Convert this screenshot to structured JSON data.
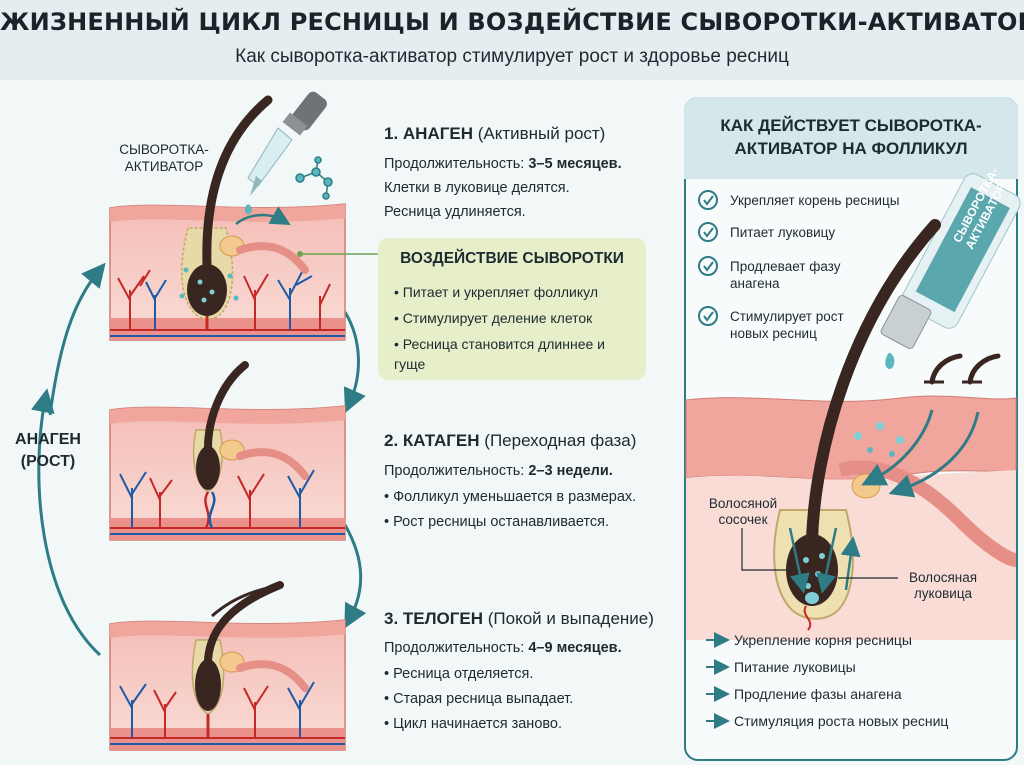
{
  "header": {
    "title": "ЖИЗНЕННЫЙ ЦИКЛ РЕСНИЦЫ И ВОЗДЕЙСТВИЕ СЫВОРОТКИ-АКТИВАТОРА",
    "subtitle": "Как сыворотка-активатор стимулирует рост и здоровье ресниц"
  },
  "left": {
    "serum_label_1": "СЫВОРОТКА-",
    "serum_label_2": "АКТИВАТОР",
    "cycle_label_1": "АНАГЕН",
    "cycle_label_2": "(РОСТ)"
  },
  "stages": [
    {
      "number_name": "1. АНАГЕН",
      "subtitle": "(Активный рост)",
      "duration_label": "Продолжительность:",
      "duration_value": "3–5 месяцев.",
      "lines": [
        "Клетки в луковице делятся.",
        "Ресница удлиняется."
      ]
    },
    {
      "number_name": "2. КАТАГЕН",
      "subtitle": "(Переходная фаза)",
      "duration_label": "Продолжительность:",
      "duration_value": "2–3 недели.",
      "lines": [
        "• Фолликул уменьшается в размерах.",
        "• Рост ресницы останавливается."
      ]
    },
    {
      "number_name": "3. ТЕЛОГЕН",
      "subtitle": "(Покой и выпадение)",
      "duration_label": "Продолжительность:",
      "duration_value": "4–9 месяцев.",
      "lines": [
        "• Ресница отделяется.",
        "• Старая ресница выпадает.",
        "• Цикл начинается заново."
      ]
    }
  ],
  "effect": {
    "title": "ВОЗДЕЙСТВИЕ СЫВОРОТКИ",
    "items": [
      "• Питает и укрепляет фолликул",
      "• Стимулирует деление клеток",
      "• Ресница становится длиннее и гуще"
    ]
  },
  "side": {
    "title_1": "КАК ДЕЙСТВУЕТ СЫВОРОТКА-",
    "title_2": "АКТИВАТОР НА ФОЛЛИКУЛ",
    "checks": [
      "Укрепляет корень ресницы",
      "Питает луковицу",
      "Продлевает фазу анагена",
      "Стимулирует рост новых ресниц"
    ],
    "bottle_label_1": "СЫВОРОТКА-",
    "bottle_label_2": "АКТИВАТОР",
    "papilla_label_1": "Волосяной",
    "papilla_label_2": "сосочек",
    "bulb_label_1": "Волосяная",
    "bulb_label_2": "луковица",
    "arrows": [
      "Укрепление корня ресницы",
      "Питание луковицы",
      "Продление фазы анагена",
      "Стимуляция роста новых ресниц"
    ]
  },
  "colors": {
    "accent": "#2e7c85",
    "skin": "#f2b8b2",
    "skin_dark": "#e58f86",
    "vessel_red": "#c62828",
    "vessel_blue": "#1e5aa8",
    "hair": "#3a2620",
    "effect_bg": "#e6efc9"
  }
}
